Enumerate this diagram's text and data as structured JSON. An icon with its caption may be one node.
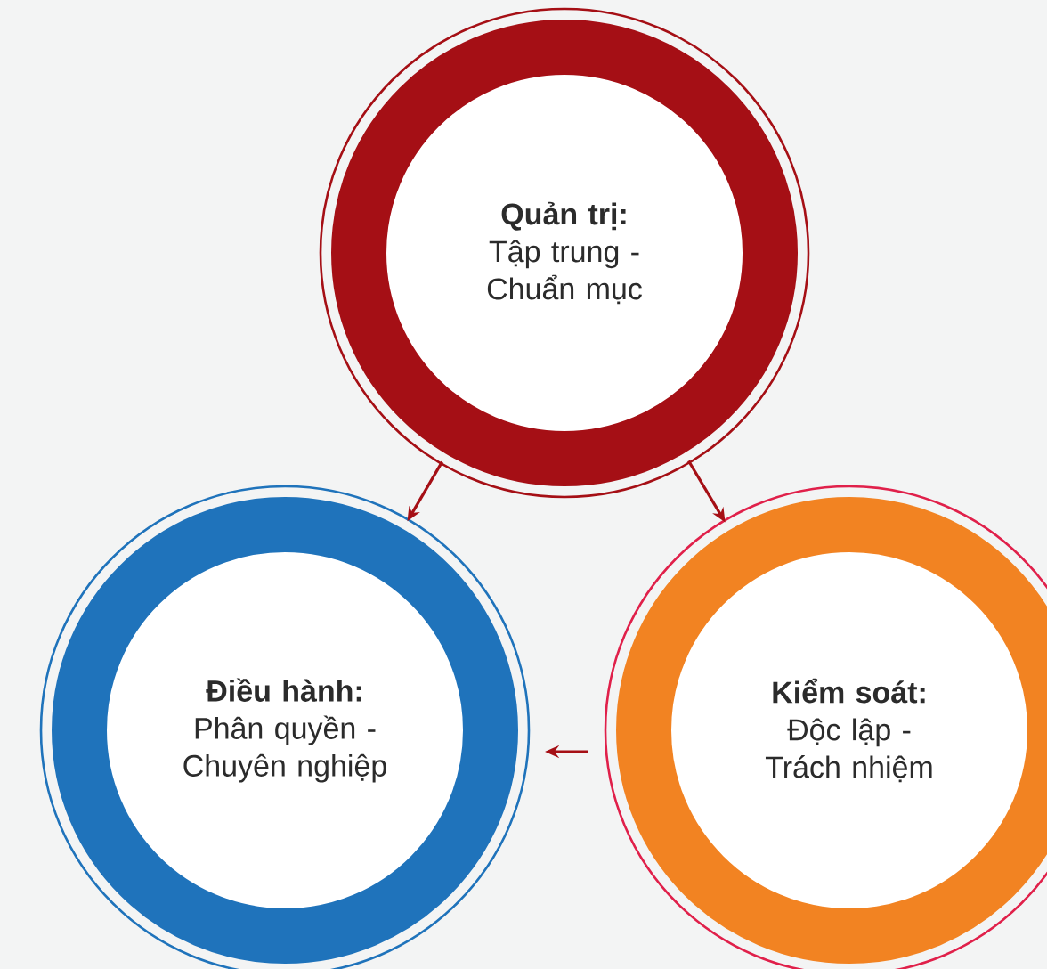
{
  "diagram": {
    "nodes": [
      {
        "text": [
          "Quản trị:",
          "Tập trung - Chuẩn mục"
        ]
      },
      {
        "text": [
          "Điều hành:",
          "Phân quyền - Chuyên nghiệp"
        ]
      },
      {
        "text": [
          "Kiểm soát:",
          "Độc lập - Trách nhiệm"
        ]
      }
    ],
    "edges": [
      {
        "from": 0,
        "to": 1,
        "arrow": "to"
      },
      {
        "from": 0,
        "to": 2,
        "arrow": "to"
      },
      {
        "from": 2,
        "to": 1,
        "arrow": "to"
      }
    ]
  }
}
